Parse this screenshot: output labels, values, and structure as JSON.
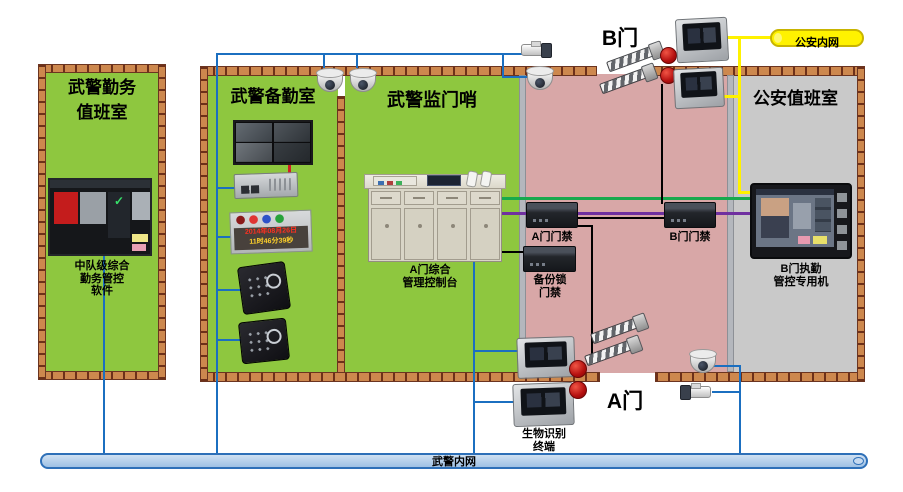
{
  "rooms": {
    "wj_duty": {
      "title": "武警勤务\n值班室",
      "software": "中队级综合\n勤务管控\n软件"
    },
    "wj_standby": {
      "title": "武警备勤室",
      "led_line1": "2014年08月26日",
      "led_line2": "11时46分39秒"
    },
    "wj_gate_post": {
      "title": "武警监门哨",
      "console": "A门综合\n管理控制台"
    },
    "ga_duty": {
      "title": "公安值班室",
      "machine": "B门执勤\n管控专用机"
    }
  },
  "corridor": {
    "gate_b": "B门",
    "gate_a": "A门",
    "door_a_acs": "A门门禁",
    "door_b_acs": "B门门禁",
    "backup_acs": "备份锁\n门禁",
    "bio_terminal": "生物识别\n终端"
  },
  "networks": {
    "ga_intranet": "公安内网",
    "wj_intranet": "武警内网"
  },
  "icons": {
    "check": "✓"
  },
  "colors": {
    "room_green": "#8ec73f",
    "corridor_pink": "#d8a7a7",
    "room_gray": "#c9c9c9",
    "wall_brick": "#cd884e",
    "net_blue": "#1b6fc0",
    "net_yellow": "#fff200",
    "net_green": "#17a94d",
    "net_purple": "#7030a0",
    "indicator_red": "#c00000"
  }
}
